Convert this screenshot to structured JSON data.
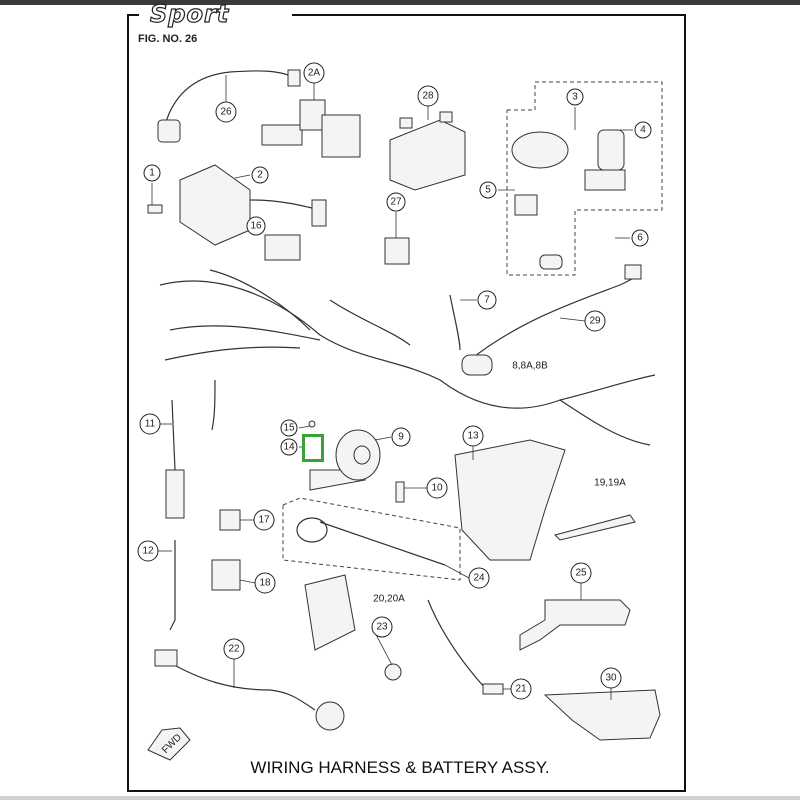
{
  "header": {
    "logo": "Sport",
    "figure": "FIG. NO. 26"
  },
  "title": "WIRING HARNESS & BATTERY ASSY.",
  "fwd_arrow": "FWD",
  "highlight_color": "#3aa335",
  "highlighted_part": "14",
  "callouts": {
    "c26": "26",
    "c2A": "2A",
    "c28": "28",
    "c3": "3",
    "c4": "4",
    "c5": "5",
    "c6": "6",
    "c1": "1",
    "c2": "2",
    "c16": "16",
    "c27": "27",
    "c7": "7",
    "c29": "29",
    "c11": "11",
    "c15": "15",
    "c14": "14",
    "c9": "9",
    "c13": "13",
    "c10": "10",
    "c17": "17",
    "c12": "12",
    "c24": "24",
    "c25": "25",
    "c18": "18",
    "c23": "23",
    "c22": "22",
    "c30": "30",
    "c21": "21"
  },
  "labels": {
    "l8": "8,8A,8B",
    "l19": "19,19A",
    "l20": "20,20A"
  }
}
